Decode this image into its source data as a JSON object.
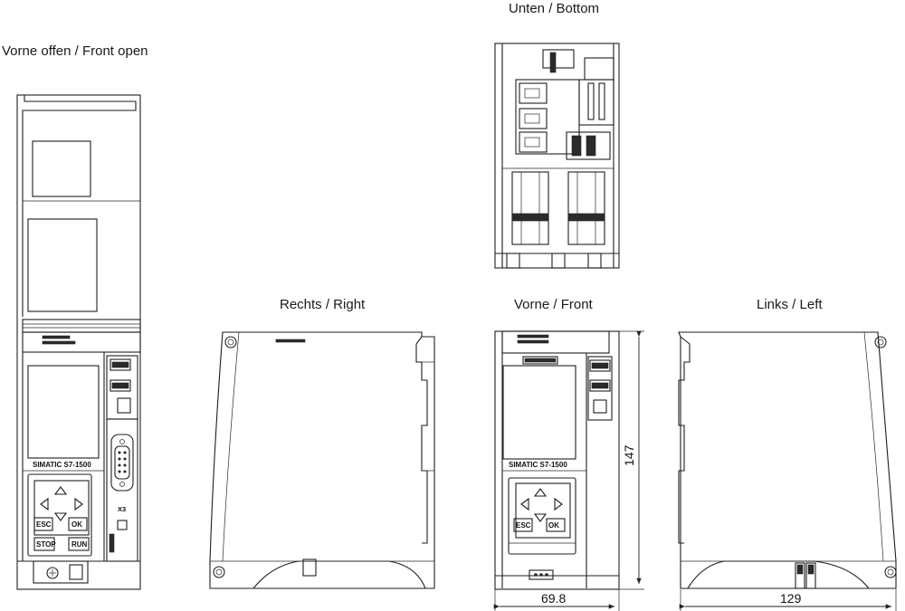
{
  "views": {
    "front_open": "Vorne offen / Front open",
    "bottom": "Unten / Bottom",
    "right": "Rechts / Right",
    "front": "Vorne / Front",
    "left": "Links / Left"
  },
  "device": {
    "model": "SIMATIC S7-1500",
    "keys": {
      "esc": "ESC",
      "ok": "OK",
      "stop": "STOP",
      "run": "RUN"
    },
    "interface_label": "X3"
  },
  "dimensions": {
    "height": "147",
    "width_front": "69.8",
    "depth": "129"
  }
}
